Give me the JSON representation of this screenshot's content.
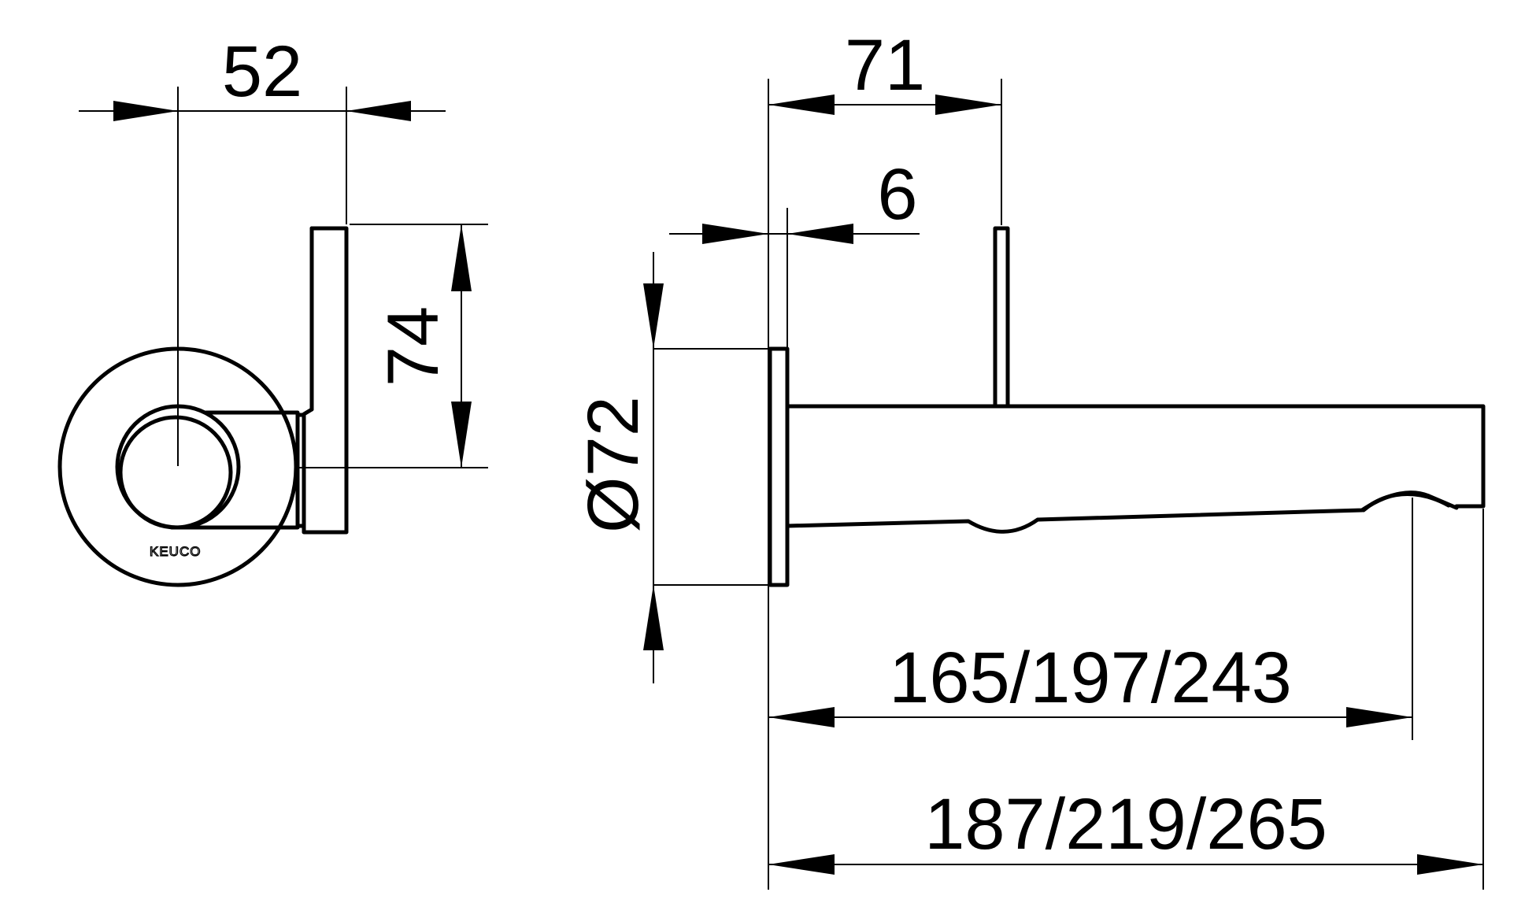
{
  "drawing": {
    "side_view": {
      "width_dim": "52",
      "height_dim": "74",
      "logo_text": "KEUCO"
    },
    "front_view": {
      "depth_dim": "71",
      "plate_dim": "6",
      "diameter_dim": "Ø72",
      "reach_dim": "165/197/243",
      "total_dim": "187/219/265"
    }
  }
}
